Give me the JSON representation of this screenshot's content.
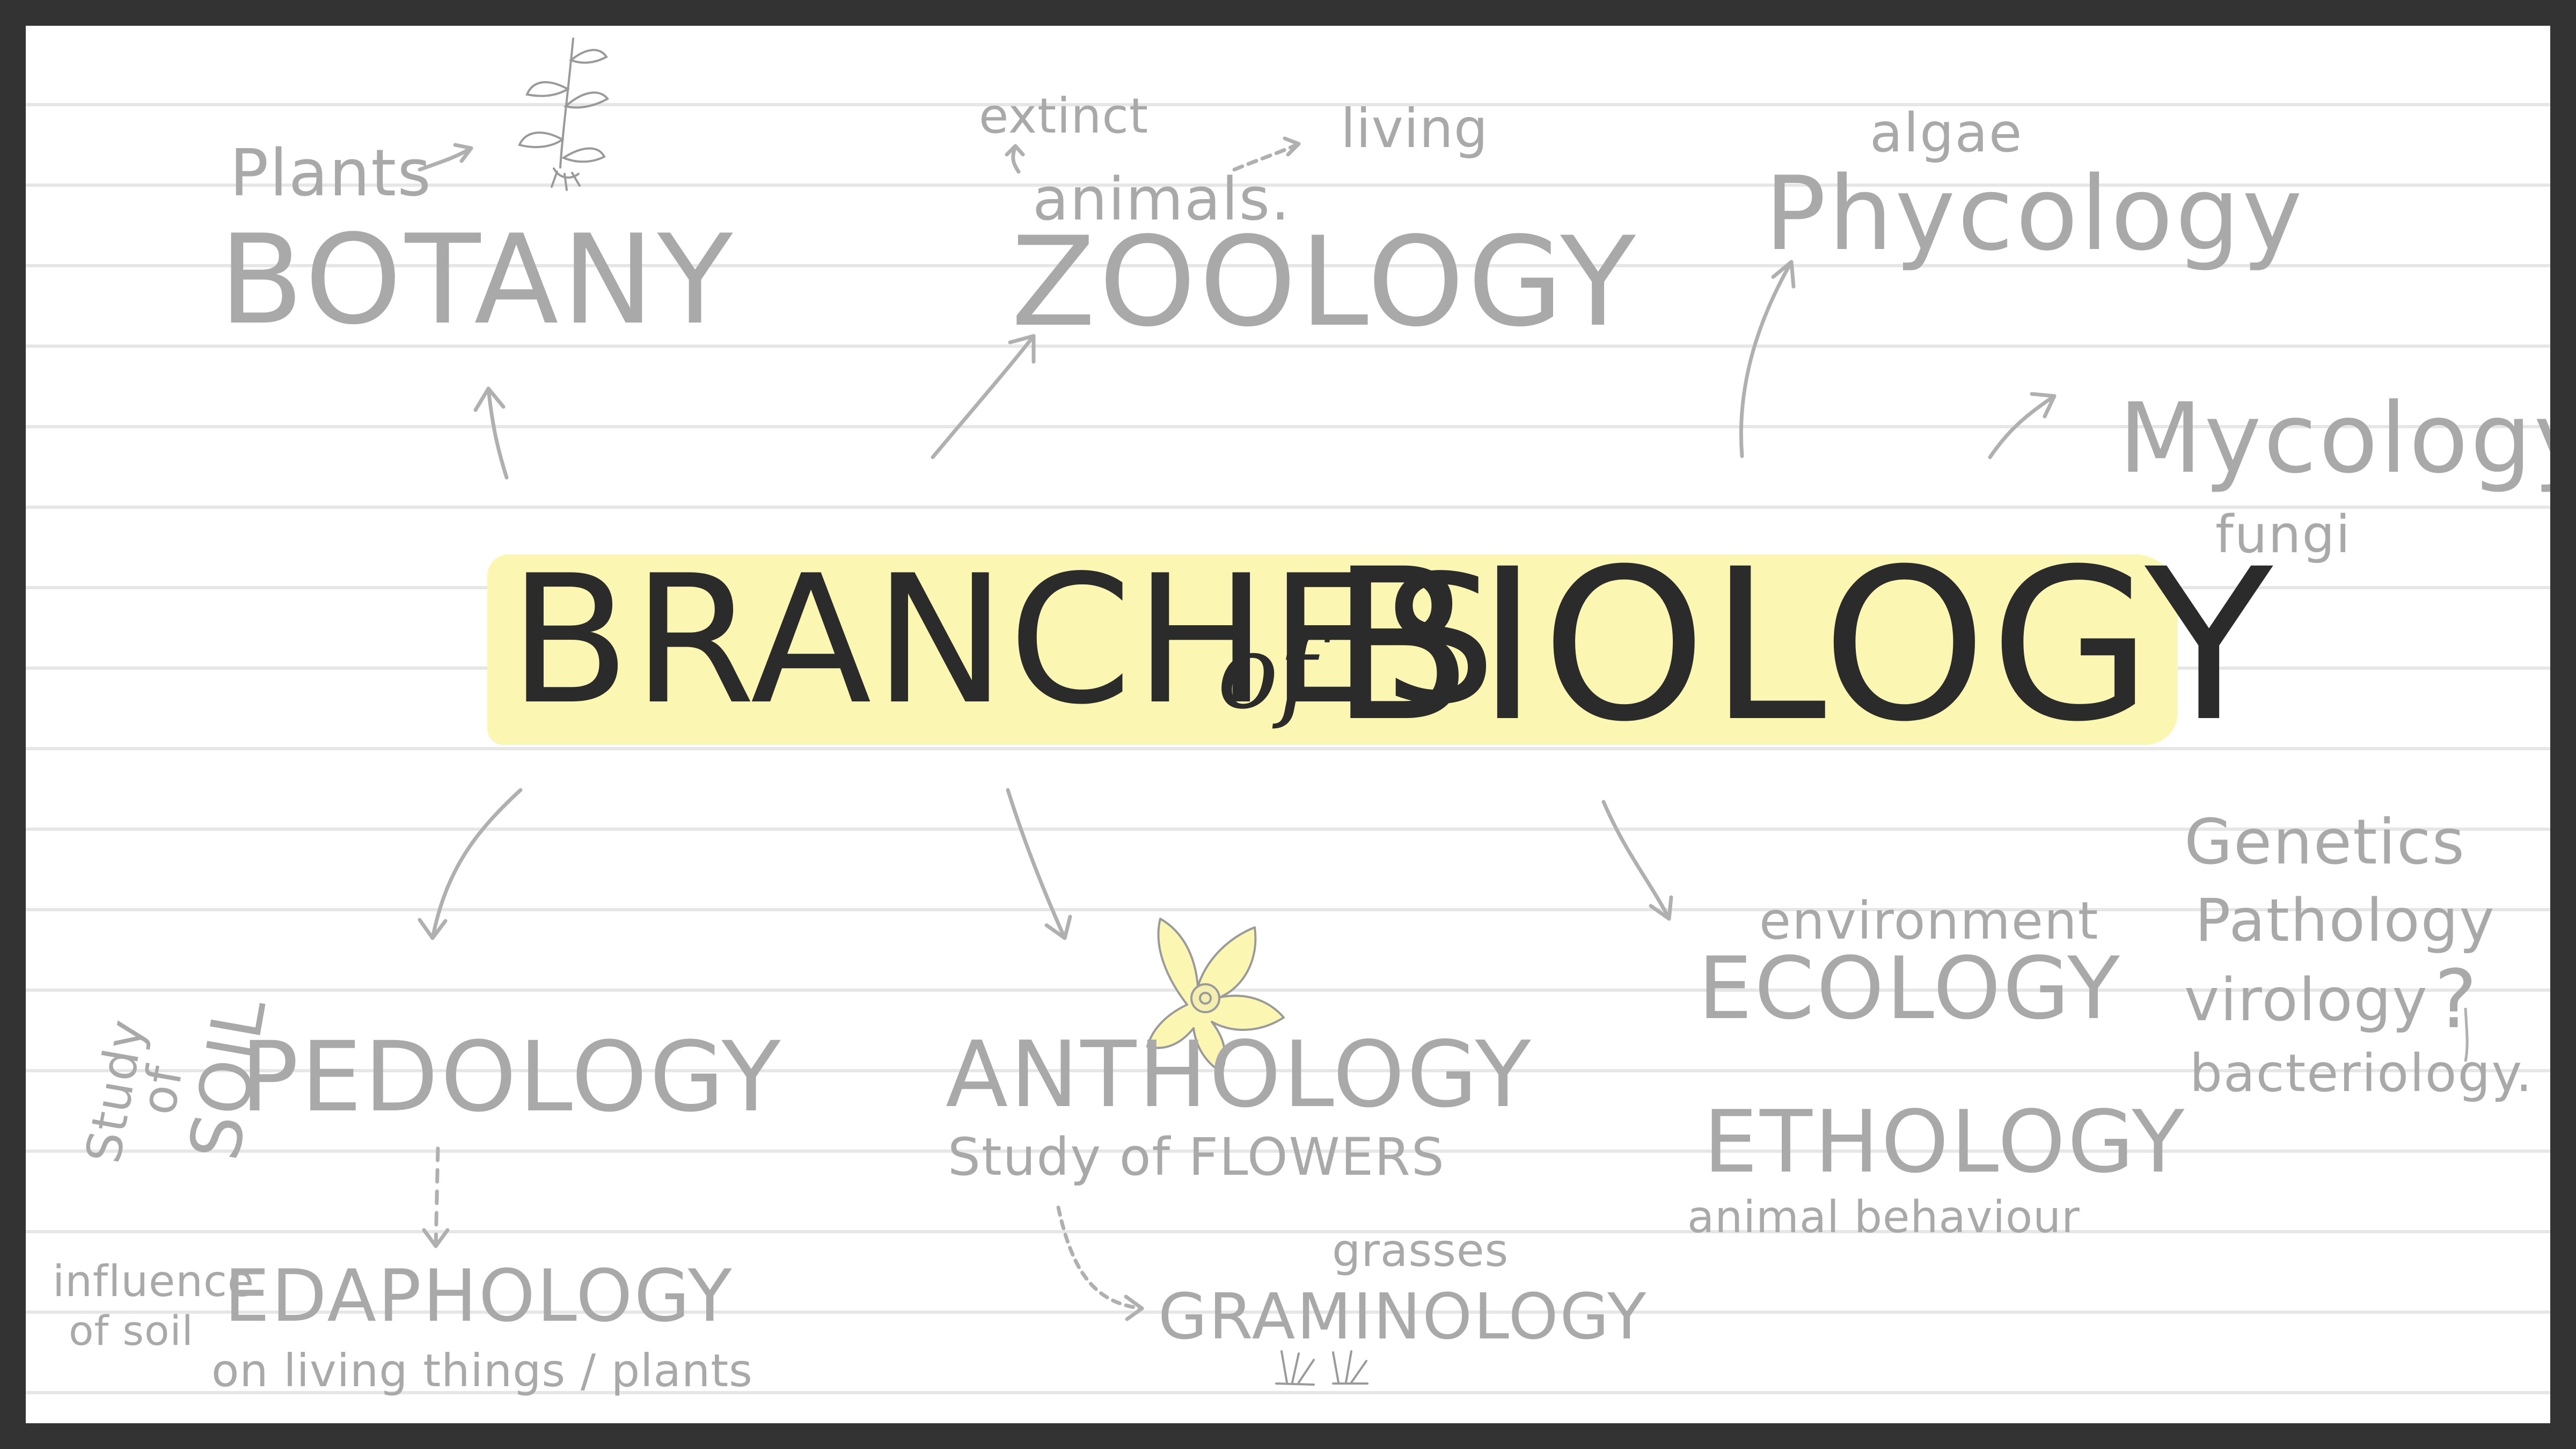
{
  "title": {
    "branches": "BRANCHES",
    "of": "of",
    "biology": "BIOLOGY"
  },
  "botany": {
    "note": "Plants",
    "name": "BOTANY"
  },
  "zoology": {
    "note_left": "extinct",
    "note_right": "living",
    "note": "animals.",
    "name": "ZOOLOGY"
  },
  "phycology": {
    "note": "algae",
    "name": "Phycology"
  },
  "mycology": {
    "name": "Mycology",
    "note": "fungi"
  },
  "pedology": {
    "side_1": "Study",
    "side_2": "of",
    "side_3": "SOIL",
    "name": "PEDOLOGY"
  },
  "edaphology": {
    "left_1": "influence",
    "left_2": "of soil",
    "name": "EDAPHOLOGY",
    "note": "on living things / plants"
  },
  "anthology": {
    "name": "ANTHOLOGY",
    "note": "Study of FLOWERS"
  },
  "graminology": {
    "note": "grasses",
    "name": "GRAMINOLOGY"
  },
  "ecology": {
    "note": "environment",
    "name": "ECOLOGY"
  },
  "ethology": {
    "name": "ETHOLOGY",
    "note": "animal behaviour"
  },
  "others": {
    "items": [
      "Genetics",
      "Pathology",
      "virology",
      "bacteriology."
    ],
    "mark": "?"
  },
  "colors": {
    "ink": "#2b2b2b",
    "pencil": "#a9a9a9",
    "highlight": "#fbf7b2",
    "frame": "#333333",
    "paper": "#ffffff",
    "rule": "#e6e6e6"
  },
  "icons": [
    "plant-sprout-icon",
    "flower-icon",
    "grass-tuft-icon"
  ]
}
